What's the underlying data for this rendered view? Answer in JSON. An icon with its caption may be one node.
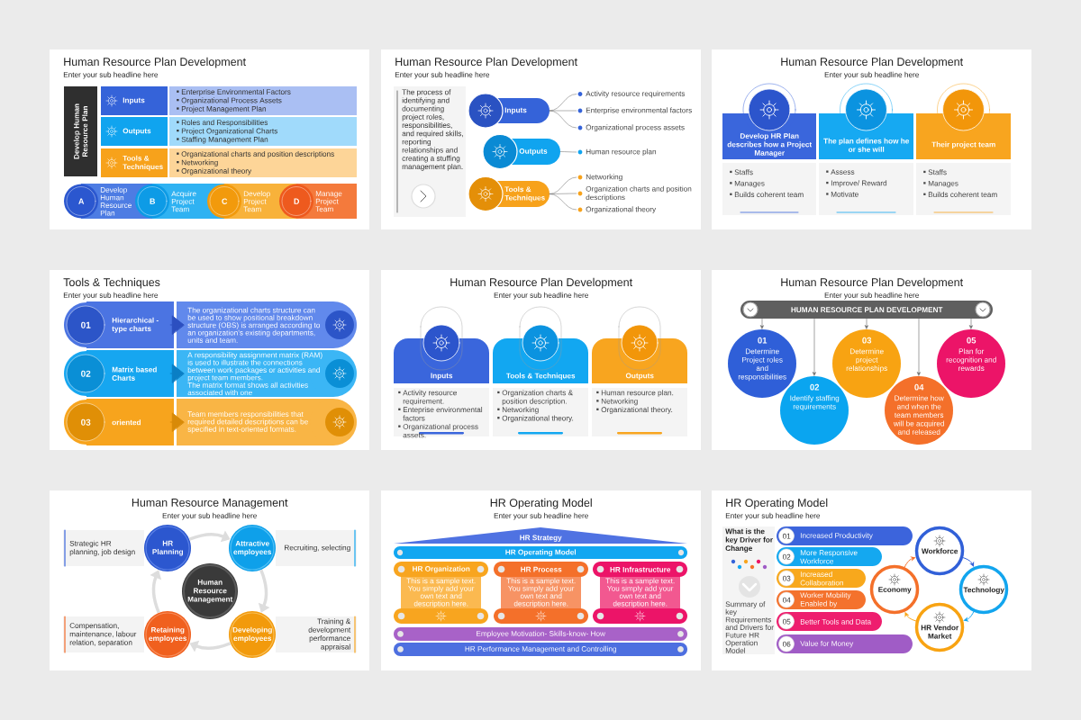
{
  "diagram": {
    "nodes": [
      {
        "text": [
          "Human Resource Plan Development",
          "Enter your sub headline here"
        ]
      },
      {
        "text": [
          "Develop Human Resource Plan"
        ],
        "in": 0
      },
      {
        "text": [
          "Inputs"
        ],
        "in": 0
      },
      {
        "text": [
          "Enterprise Environmental Factors",
          "Organizational Process Assets",
          "Project Management Plan"
        ],
        "in": 0
      },
      {
        "text": [
          "Outputs"
        ],
        "in": 0
      },
      {
        "text": [
          "Roles and Responsibilities",
          "Project Organizational Charts",
          "Staffing Management Plan"
        ],
        "in": 0
      },
      {
        "text": [
          "Tools & Techniques"
        ],
        "in": 0
      },
      {
        "text": [
          "Organizational charts and position descriptions",
          "Networking",
          "Organizational theory"
        ],
        "in": 0
      },
      {
        "text": [
          "A"
        ],
        "beside": [
          "Develop Human Resource Plan"
        ],
        "in": 0
      },
      {
        "text": [
          "B"
        ],
        "beside": [
          "Acquire Project Team"
        ],
        "in": 0
      },
      {
        "text": [
          "C"
        ],
        "beside": [
          "Develop Project Team"
        ],
        "in": 0
      },
      {
        "text": [
          "D"
        ],
        "beside": [
          "Manage Project Team"
        ],
        "in": 0
      },
      {
        "text": [
          "Human Resource Plan Development",
          "Enter your sub headline here"
        ]
      },
      {
        "text": [
          "The process of identifying and documenting project roles, responsibilities, and required skills, reporting relationships and creating a stuffing management plan."
        ],
        "in": 12
      },
      {
        "text": [
          "Inputs"
        ],
        "in": 12
      },
      {
        "text": [
          "Outputs"
        ],
        "in": 12
      },
      {
        "text": [
          "Tools & Techniques"
        ],
        "in": 12
      },
      {
        "text": [
          "Activity resource requirements"
        ],
        "in": 12
      },
      {
        "text": [
          "Enterprise environmental factors"
        ],
        "in": 12
      },
      {
        "text": [
          "Organizational process assets"
        ],
        "in": 12
      },
      {
        "text": [
          "Human resource plan"
        ],
        "in": 12
      },
      {
        "text": [
          "Networking"
        ],
        "in": 12
      },
      {
        "text": [
          "Organization charts and position descriptions"
        ],
        "in": 12
      },
      {
        "text": [
          "Organizational theory"
        ],
        "in": 12
      },
      {
        "text": [
          "Human Resource Plan Development",
          "Enter your sub headline here"
        ]
      },
      {
        "text": [
          "Develop HR Plan describes how a Project Manager"
        ],
        "in": 24
      },
      {
        "text": [
          "Staffs",
          "Manages",
          "Builds coherent team"
        ],
        "in": 24
      },
      {
        "text": [
          "The plan defines how he or she will"
        ],
        "in": 24
      },
      {
        "text": [
          "Assess",
          "Improve/ Reward",
          "Motivate"
        ],
        "in": 24
      },
      {
        "text": [
          "Their project team"
        ],
        "in": 24
      },
      {
        "text": [
          "Staffs",
          "Manages",
          "Builds coherent team"
        ],
        "in": 24
      },
      {
        "text": [
          "Tools & Techniques",
          "Enter your sub headline here"
        ]
      },
      {
        "text": [
          "01",
          "Hierarchical - type charts"
        ],
        "in": 31
      },
      {
        "text": [
          "The organizational charts structure can be used to show positional breakdown structure (OBS) is arranged according to an organization's existing departments, units and team."
        ],
        "in": 31
      },
      {
        "text": [
          "02",
          "Matrix based Charts"
        ],
        "in": 31
      },
      {
        "text": [
          "A responsibility assignment matrix (RAM) is used to illustrate the connections between work packages or activities and project team members.",
          "The matrix format shows all activities associated with one"
        ],
        "in": 31
      },
      {
        "text": [
          "03",
          "oriented"
        ],
        "in": 31
      },
      {
        "text": [
          "Team members responsibilities that required detailed descriptions can be specified in text-oriented formats."
        ],
        "in": 31
      },
      {
        "text": [
          "Human Resource Plan Development",
          "Enter your sub headline here"
        ]
      },
      {
        "text": [
          "Inputs"
        ],
        "in": 38
      },
      {
        "text": [
          "Activity resource requirement.",
          "Enteprise environmental factors",
          "Organizational process assets."
        ],
        "in": 38
      },
      {
        "text": [
          "Tools & Techniques"
        ],
        "in": 38
      },
      {
        "text": [
          "Organization charts & position description.",
          "Networking",
          "Organizational theory."
        ],
        "in": 38
      },
      {
        "text": [
          "Outputs"
        ],
        "in": 38
      },
      {
        "text": [
          "Human resource plan.",
          "Networking",
          "Organizational theory."
        ],
        "in": 38
      },
      {
        "text": [
          "Human Resource Plan Development",
          "Enter your sub headline here"
        ]
      },
      {
        "text": [
          "HUMAN RESOURCE PLAN DEVELOPMENT"
        ],
        "in": 45
      },
      {
        "text": [
          "01",
          "Determine Project roles and responsibilities"
        ],
        "in": 45
      },
      {
        "text": [
          "02",
          "Identify staffing requirements"
        ],
        "in": 45
      },
      {
        "text": [
          "03",
          "Determine project relationships"
        ],
        "in": 45
      },
      {
        "text": [
          "04",
          "Determine how and when the team members will be acquired and released"
        ],
        "in": 45
      },
      {
        "text": [
          "05",
          "Plan for recognition and rewards"
        ],
        "in": 45
      },
      {
        "text": [
          "Human Resource Management",
          "Enter your sub headline here"
        ]
      },
      {
        "text": [
          "Strategic HR planning, job design"
        ],
        "in": 52
      },
      {
        "text": [
          "Recruiting, selecting"
        ],
        "in": 52
      },
      {
        "text": [
          "Compensation, maintenance, labour relation, separation"
        ],
        "in": 52
      },
      {
        "text": [
          "Training & development performance appraisal"
        ],
        "in": 52
      },
      {
        "text": [
          "HR Planning"
        ],
        "in": 52
      },
      {
        "text": [
          "Attractive employees"
        ],
        "in": 52
      },
      {
        "text": [
          "Developing employees"
        ],
        "in": 52
      },
      {
        "text": [
          "Retaining employees"
        ],
        "in": 52
      },
      {
        "text": [
          "Human Resource Management"
        ],
        "in": 52
      },
      {
        "text": [
          "HR Operating Model",
          "Enter your sub headline here"
        ]
      },
      {
        "text": [
          "HR Strategy"
        ],
        "in": 62
      },
      {
        "text": [
          "HR Operating Model"
        ],
        "in": 62
      },
      {
        "text": [
          "HR Organization"
        ],
        "in": 62
      },
      {
        "text": [
          "This is a sample text. You simply add your own text and description here."
        ],
        "in": 62
      },
      {
        "text": [
          "HR Process"
        ],
        "in": 62
      },
      {
        "text": [
          "This is a sample text. You simply add your own text and description here."
        ],
        "in": 62
      },
      {
        "text": [
          "HR Infrastructure"
        ],
        "in": 62
      },
      {
        "text": [
          "This is a sample text. You simply add your own text and description here."
        ],
        "in": 62
      },
      {
        "text": [
          "Employee Motivation- Skills-know- How"
        ],
        "in": 62
      },
      {
        "text": [
          "HR Performance Management and Controlling"
        ],
        "in": 62
      },
      {
        "text": [
          "HR Operating Model",
          "Enter your sub headline here"
        ]
      },
      {
        "text": [
          "What is the key Driver for Change",
          "Summary of key Requirements and Drivers for Future HR Operation Model"
        ],
        "in": 73
      },
      {
        "text": [
          "01",
          "Increased Productivity"
        ],
        "in": 73
      },
      {
        "text": [
          "02",
          "More Responsive Workforce"
        ],
        "in": 73
      },
      {
        "text": [
          "03",
          "Increased Collaboration"
        ],
        "in": 73
      },
      {
        "text": [
          "04",
          "Worker Mobility Enabled by"
        ],
        "in": 73
      },
      {
        "text": [
          "05",
          "Better Tools and Data"
        ],
        "in": 73
      },
      {
        "text": [
          "06",
          "Value for Money"
        ],
        "in": 73
      },
      {
        "text": [
          "Workforce"
        ],
        "in": 73
      },
      {
        "text": [
          "Technology"
        ],
        "in": 73
      },
      {
        "text": [
          "HR Vendor Market"
        ],
        "in": 73
      },
      {
        "text": [
          "Economy"
        ],
        "in": 73
      },
      {
        "text": [],
        "shape": "box",
        "in": 62
      },
      {
        "text": [],
        "shape": "box",
        "in": 62
      },
      {
        "text": [],
        "shape": "box",
        "in": 62
      }
    ],
    "edges": [
      {
        "from": 14,
        "to": 17,
        "arrow": "none"
      },
      {
        "from": 14,
        "to": 18,
        "arrow": "none"
      },
      {
        "from": 14,
        "to": 19,
        "arrow": "none"
      },
      {
        "from": 15,
        "to": 20,
        "arrow": "none"
      },
      {
        "from": 16,
        "to": 21,
        "arrow": "none"
      },
      {
        "from": 16,
        "to": 22,
        "arrow": "none"
      },
      {
        "from": 16,
        "to": 23,
        "arrow": "none"
      },
      {
        "from": 46,
        "to": 47,
        "arrow": "to"
      },
      {
        "from": 46,
        "to": 48,
        "arrow": "to"
      },
      {
        "from": 46,
        "to": 49,
        "arrow": "to"
      },
      {
        "from": 46,
        "to": 50,
        "arrow": "to"
      },
      {
        "from": 46,
        "to": 51,
        "arrow": "to"
      },
      {
        "from": 32,
        "to": 33,
        "arrow": "to",
        "color": "#2c4fc0"
      },
      {
        "from": 34,
        "to": 35,
        "arrow": "to",
        "color": "#0a7fc5"
      },
      {
        "from": 36,
        "to": 37,
        "arrow": "to",
        "color": "#d88a08"
      },
      {
        "from": 57,
        "to": 58,
        "arrow": "to",
        "style": "thick",
        "color": "#dddddd"
      },
      {
        "from": 58,
        "to": 59,
        "arrow": "to",
        "style": "thick",
        "color": "#dddddd"
      },
      {
        "from": 59,
        "to": 60,
        "arrow": "to",
        "style": "thick",
        "color": "#dddddd"
      },
      {
        "from": 60,
        "to": 57,
        "arrow": "to",
        "style": "thick",
        "color": "#dddddd"
      },
      {
        "from": 84,
        "to": 81,
        "arrow": "to",
        "color": "#f4702a"
      },
      {
        "from": 81,
        "to": 82,
        "arrow": "to",
        "color": "#3160d8"
      },
      {
        "from": 82,
        "to": 83,
        "arrow": "to",
        "color": "#12a5ee"
      },
      {
        "from": 83,
        "to": 84,
        "arrow": "to",
        "color": "#f8a312"
      }
    ]
  }
}
